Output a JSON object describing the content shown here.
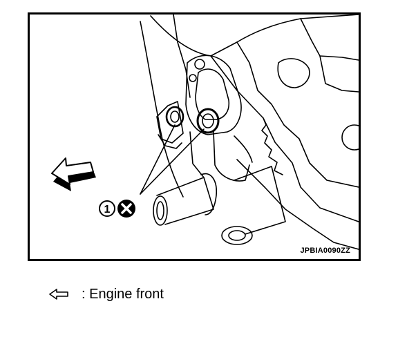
{
  "figure": {
    "code": "JPBIA0090ZZ",
    "callouts": [
      {
        "number": "1",
        "symbol": "do-not-reuse-x-icon"
      }
    ]
  },
  "legend": {
    "icon": "arrow-left-outline-icon",
    "text": ": Engine front"
  }
}
